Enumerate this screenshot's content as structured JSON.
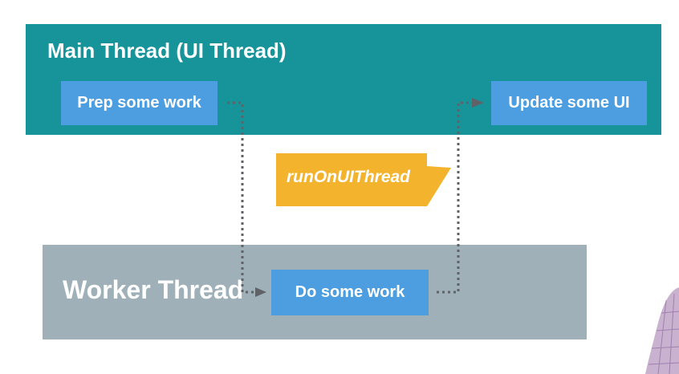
{
  "diagram": {
    "main_thread": {
      "title": "Main Thread (UI Thread)",
      "prep_box": "Prep some work",
      "update_box": "Update some UI"
    },
    "worker_thread": {
      "title": "Worker Thread",
      "work_box": "Do some work"
    },
    "callout": {
      "label": "runOnUIThread"
    }
  },
  "colors": {
    "main_band": "#17939a",
    "worker_band": "#9fb0b8",
    "task_box": "#4c9ee0",
    "callout": "#f4b32c",
    "connector": "#5f6368"
  }
}
